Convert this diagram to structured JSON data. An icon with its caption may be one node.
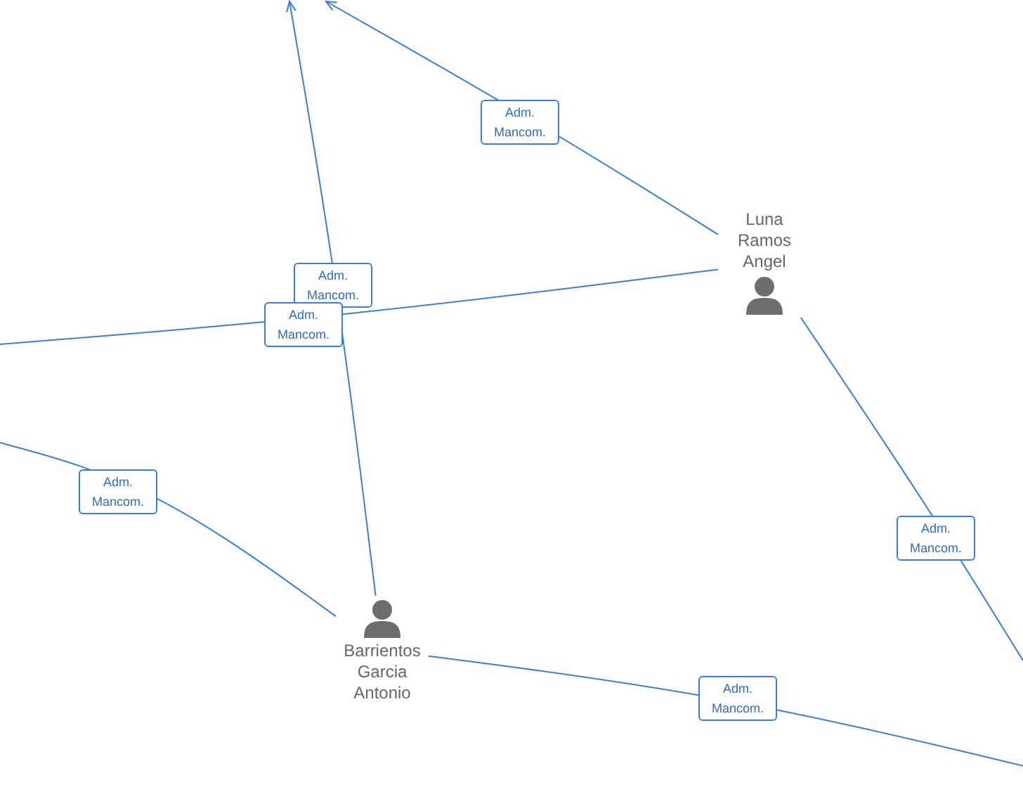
{
  "diagram": {
    "nodes": [
      {
        "text": [
          "Luna Ramos Angel"
        ]
      },
      {
        "text": [
          "Barrientos Garcia Antonio"
        ]
      }
    ],
    "edges": [
      {
        "from": 0,
        "to": null,
        "arrow": "to",
        "label": "Adm. Mancom."
      },
      {
        "from": 1,
        "to": null,
        "arrow": "to",
        "label": "Adm. Mancom."
      },
      {
        "from": 0,
        "to": null,
        "arrow": "none",
        "label": "Adm. Mancom."
      },
      {
        "from": 1,
        "to": null,
        "arrow": "none",
        "label": "Adm. Mancom."
      },
      {
        "from": 0,
        "to": null,
        "arrow": "none",
        "label": "Adm. Mancom."
      },
      {
        "from": 1,
        "to": null,
        "arrow": "none",
        "label": "Adm. Mancom."
      }
    ]
  }
}
